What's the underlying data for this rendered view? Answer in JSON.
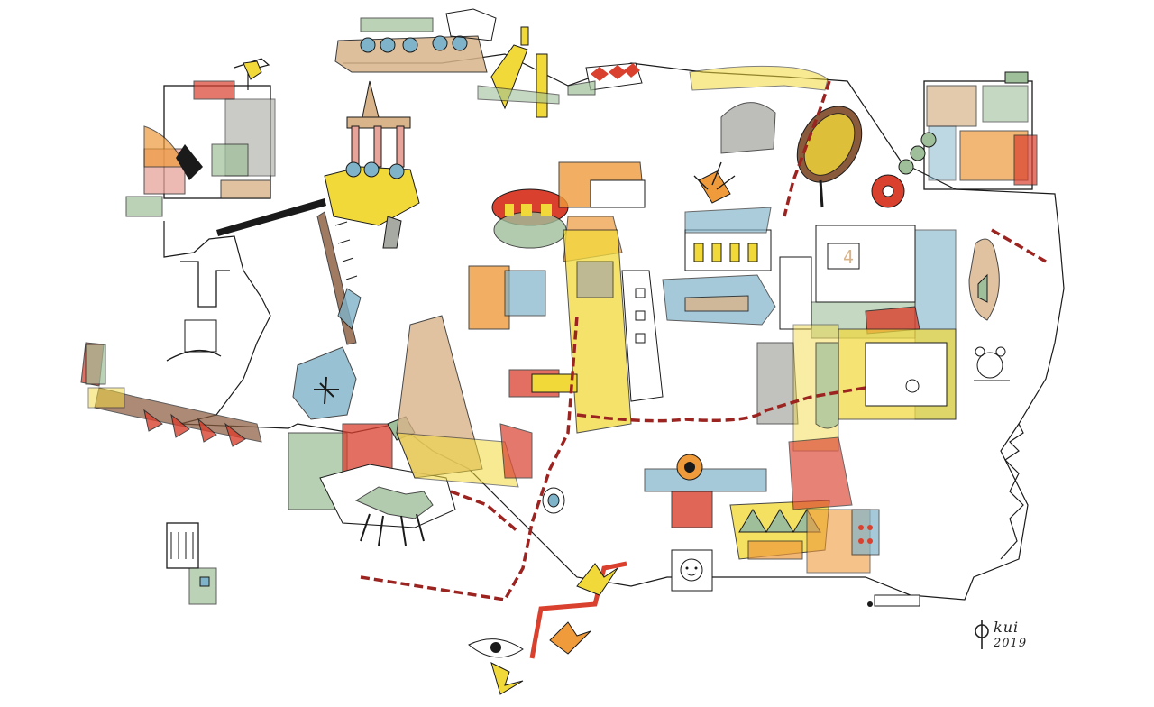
{
  "artwork": {
    "signature": {
      "name": "kui",
      "year": "2019"
    },
    "number_tag": "4"
  },
  "colors": {
    "ink": "#1a1a1a",
    "yellow": "#f2d93a",
    "red": "#d9402e",
    "dark_red": "#9b2320",
    "orange": "#ef9a3b",
    "sage": "#9fbf9a",
    "blue": "#7fb3c9",
    "grey": "#a7a9a3",
    "tan": "#d9b48a",
    "brown": "#8a5a3c",
    "pink": "#e7a49a"
  }
}
